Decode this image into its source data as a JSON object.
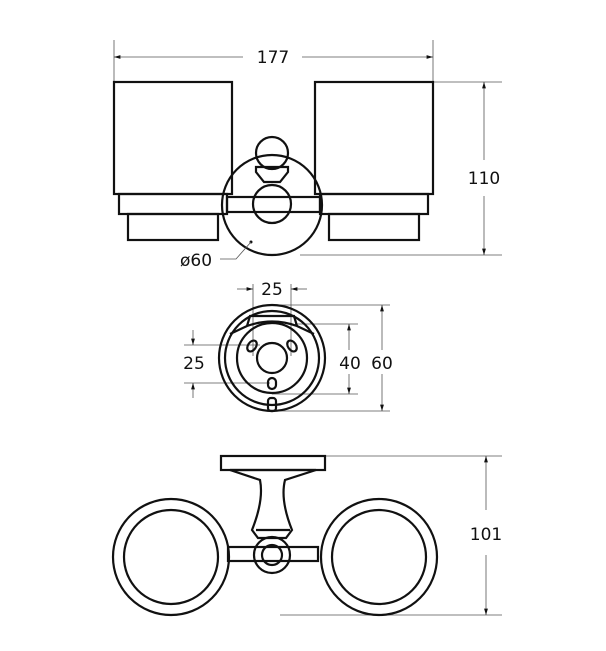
{
  "views": {
    "front": {
      "width_dim": "177",
      "height_dim": "110",
      "diameter_dim": "ø60"
    },
    "base": {
      "hole_spacing_h": "25",
      "hole_spacing_v": "25",
      "inner_dim": "40",
      "outer_dim": "60"
    },
    "top": {
      "depth_dim": "101"
    }
  },
  "colors": {
    "line": "#111111",
    "dimension": "#555555",
    "background": "#ffffff"
  }
}
